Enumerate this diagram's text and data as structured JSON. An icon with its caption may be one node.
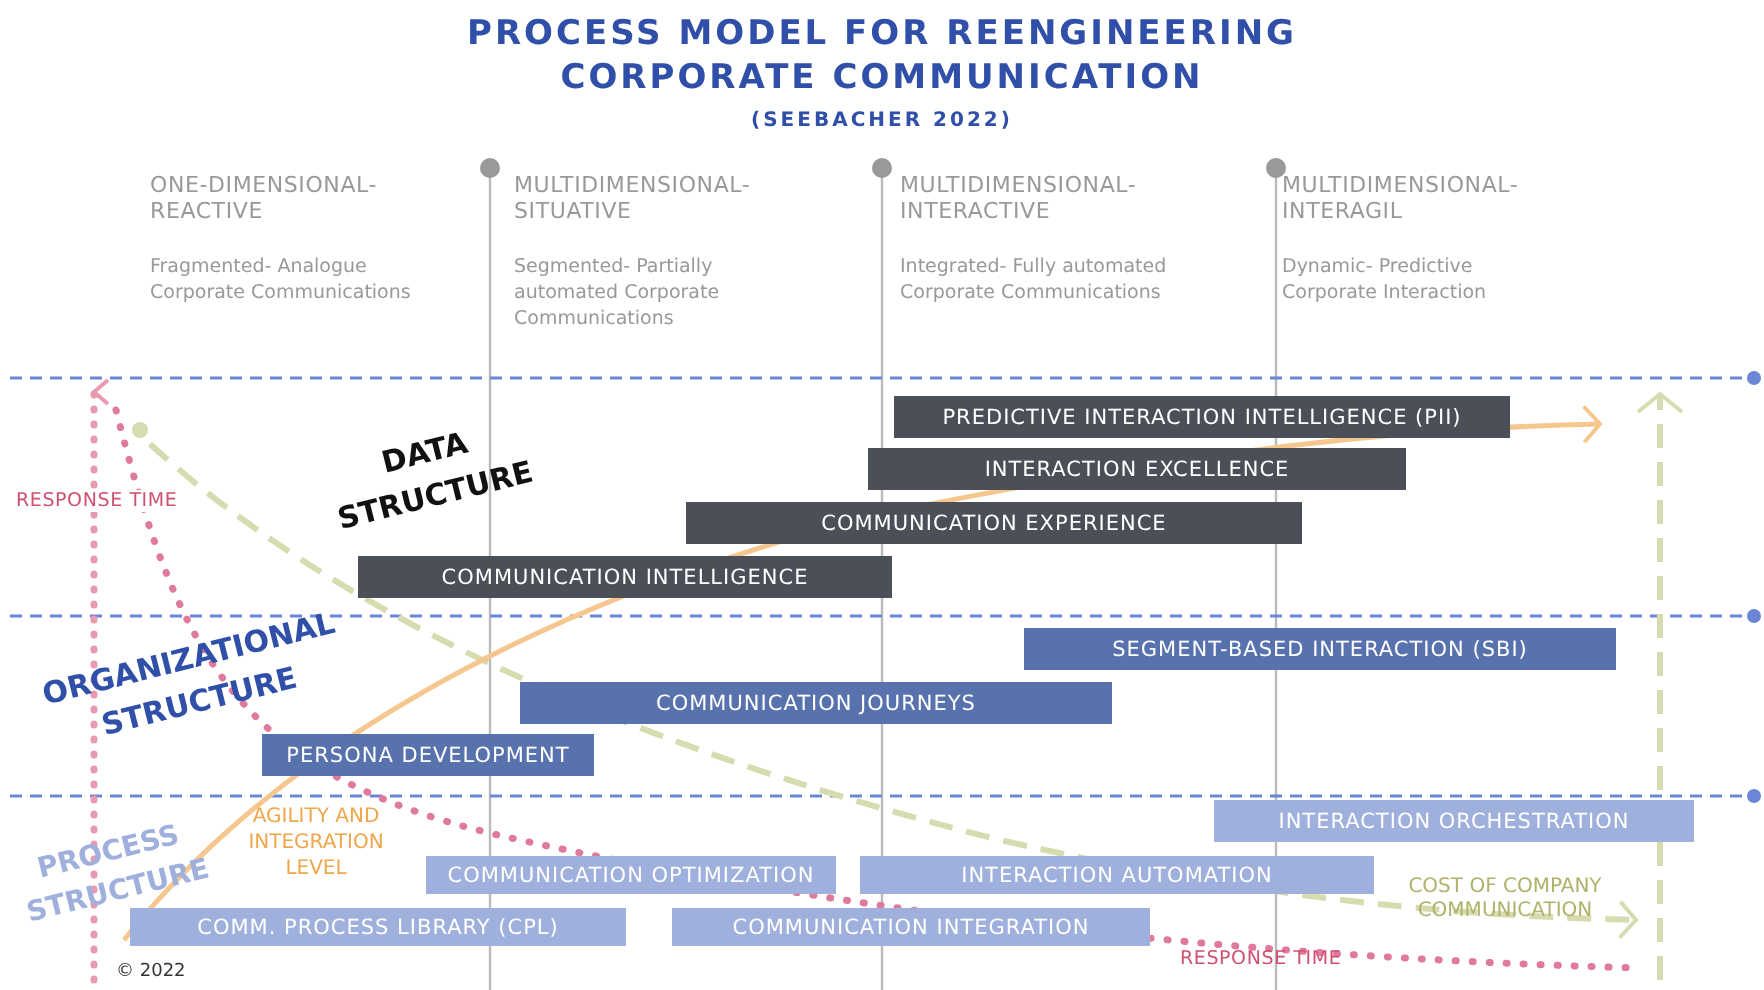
{
  "diagram": {
    "title": "PROCESS MODEL FOR REENGINEERING CORPORATE COMMUNICATION",
    "nodes": [
      {
        "text": [
          "PREDICTIVE INTERACTION INTELLIGENCE (PII)"
        ]
      },
      {
        "text": [
          "INTERACTION EXCELLENCE"
        ]
      },
      {
        "text": [
          "COMMUNICATION EXPERIENCE"
        ]
      },
      {
        "text": [
          "COMMUNICATION INTELLIGENCE"
        ]
      },
      {
        "text": [
          "SEGMENT-BASED INTERACTION (SBI)"
        ]
      },
      {
        "text": [
          "COMMUNICATION JOURNEYS"
        ]
      },
      {
        "text": [
          "PERSONA DEVELOPMENT"
        ]
      },
      {
        "text": [
          "INTERACTION ORCHESTRATION"
        ]
      },
      {
        "text": [
          "COMMUNICATION OPTIMIZATION"
        ]
      },
      {
        "text": [
          "INTERACTION AUTOMATION"
        ]
      },
      {
        "text": [
          "COMM. PROCESS LIBRARY (CPL)"
        ]
      },
      {
        "text": [
          "COMMUNICATION INTEGRATION"
        ]
      }
    ],
    "labels": [
      "(SEEBACHER 2022)",
      "ONE-DIMENSIONAL- REACTIVE",
      "Fragmented- Analogue Corporate Communications",
      "MULTIDIMENSIONAL- SITUATIVE",
      "Segmented- Partially automated Corporate Communications",
      "MULTIDIMENSIONAL- INTERACTIVE",
      "Integrated- Fully automated Corporate Communications",
      "MULTIDIMENSIONAL- INTERAGIL",
      "Dynamic- Predictive Corporate Interaction",
      "DATA STRUCTURE",
      "RESPONSE TIME",
      "ORGANIZATIONAL STRUCTURE",
      "PROCESS STRUCTURE",
      "AGILITY AND INTEGRATION LEVEL",
      "RESPONSE TIME",
      "COST OF COMPANY COMMUNICATION",
      "© 2022"
    ]
  }
}
